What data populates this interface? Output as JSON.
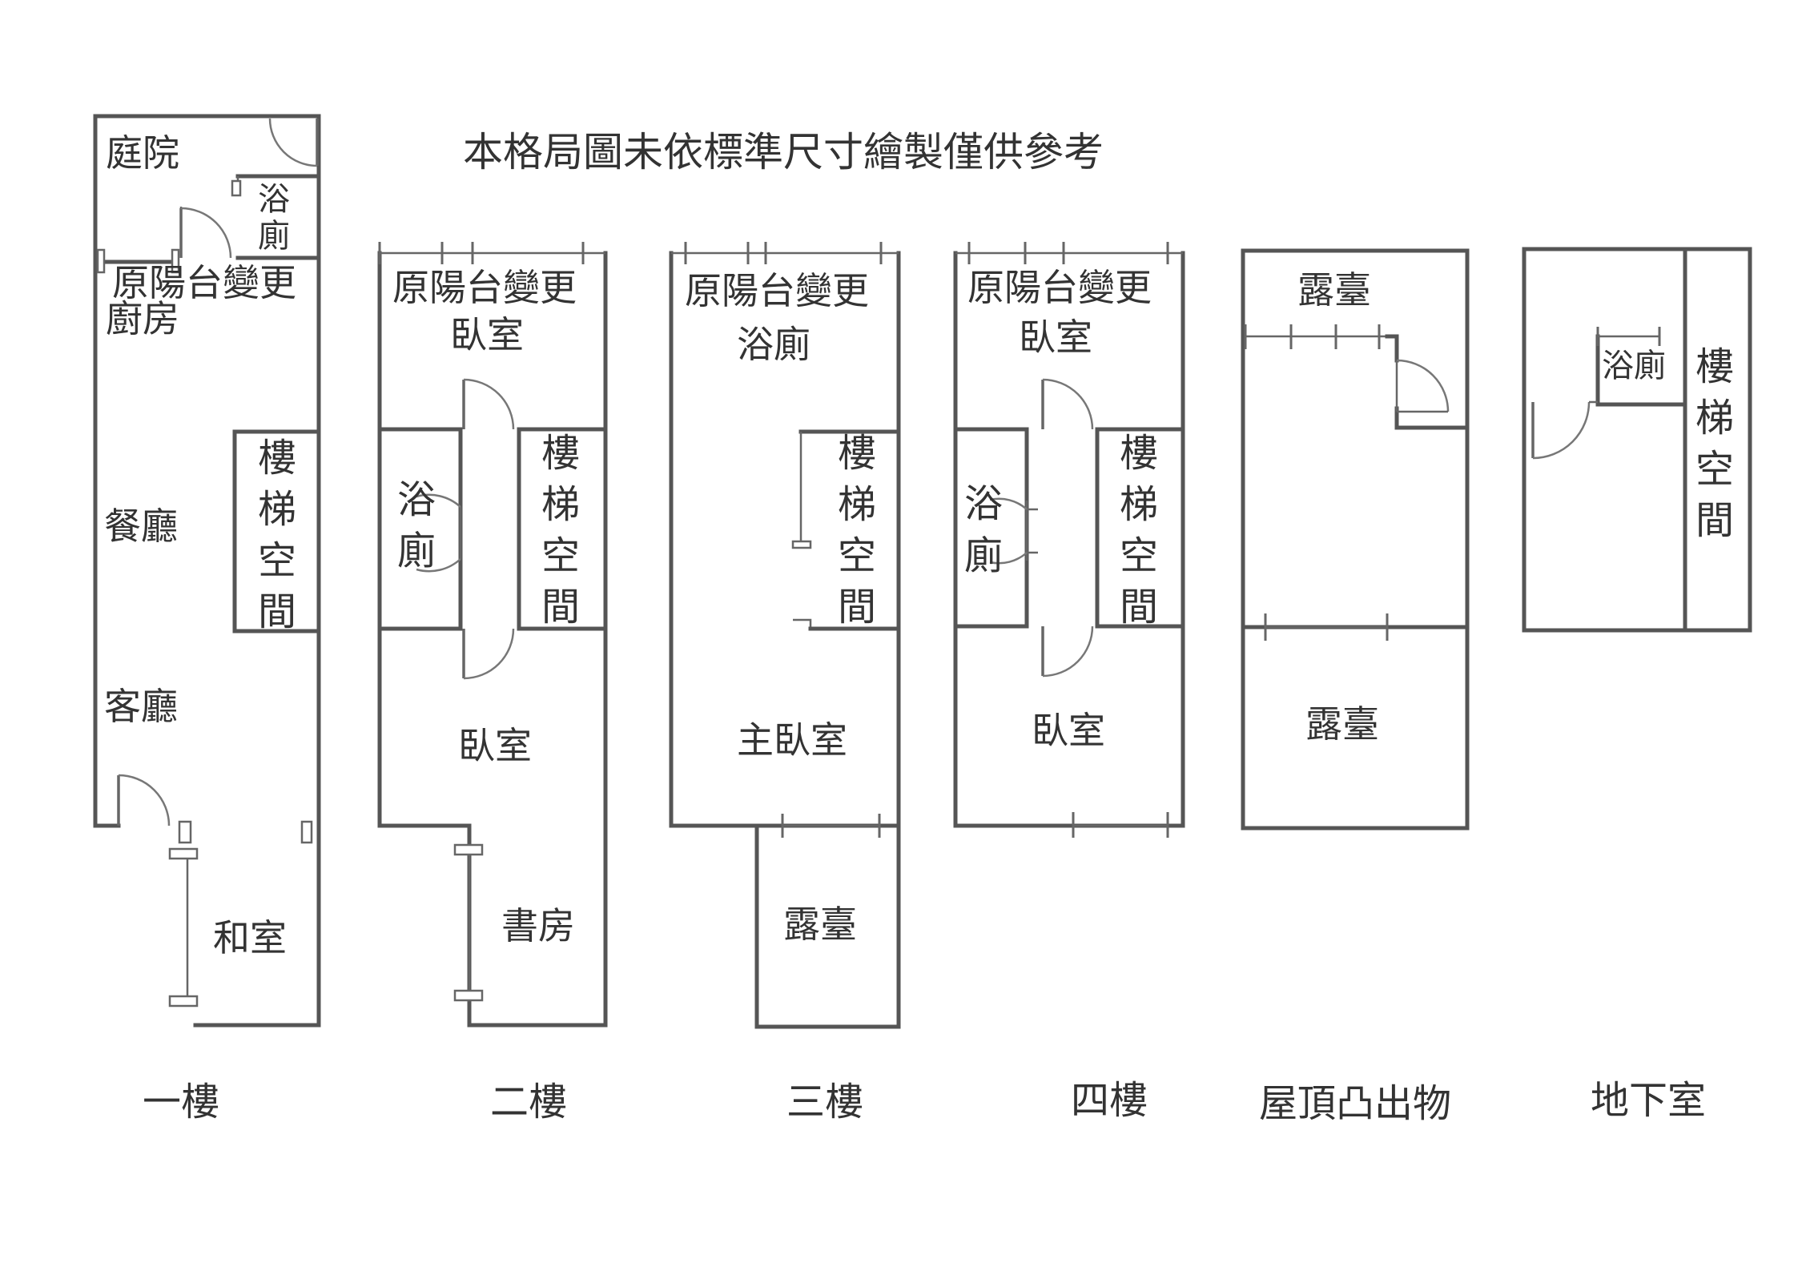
{
  "notice": "本格局圖未依標準尺寸繪製僅供參考",
  "floors": [
    {
      "label": "一樓",
      "rooms": {
        "courtyard": "庭院",
        "bath": [
          "浴",
          "廁"
        ],
        "kitchen": [
          "原陽台變更",
          "廚房"
        ],
        "stairs": [
          "樓",
          "梯",
          "空",
          "間"
        ],
        "dining": "餐廳",
        "living": "客廳",
        "japanese": "和室"
      }
    },
    {
      "label": "二樓",
      "rooms": {
        "front": [
          "原陽台變更",
          "臥室"
        ],
        "bath": [
          "浴",
          "廁"
        ],
        "stairs": [
          "樓",
          "梯",
          "空",
          "間"
        ],
        "bedroom": "臥室",
        "study": "書房"
      }
    },
    {
      "label": "三樓",
      "rooms": {
        "front": [
          "原陽台變更",
          "浴廁"
        ],
        "stairs": [
          "樓",
          "梯",
          "空",
          "間"
        ],
        "master": "主臥室",
        "terrace": "露臺"
      }
    },
    {
      "label": "四樓",
      "rooms": {
        "front": [
          "原陽台變更",
          "臥室"
        ],
        "bath": [
          "浴",
          "廁"
        ],
        "stairs": [
          "樓",
          "梯",
          "空",
          "間"
        ],
        "bedroom": "臥室"
      }
    },
    {
      "label": "屋頂凸出物",
      "rooms": {
        "terrace_top": "露臺",
        "terrace_bottom": "露臺"
      }
    },
    {
      "label": "地下室",
      "rooms": {
        "bath": "浴廁",
        "stairs": [
          "樓",
          "梯",
          "空",
          "間"
        ]
      }
    }
  ]
}
